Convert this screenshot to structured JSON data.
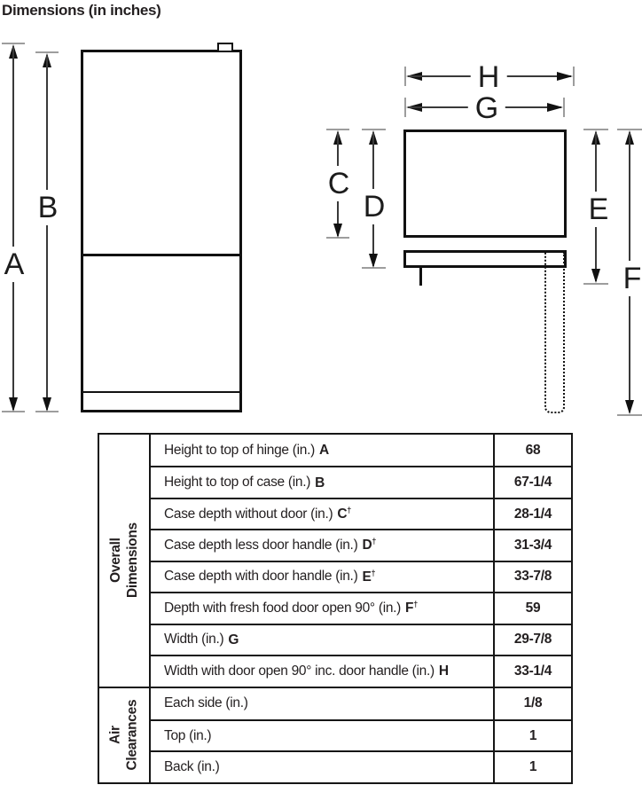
{
  "title": "Dimensions (in inches)",
  "diagram": {
    "labels": {
      "A": "A",
      "B": "B",
      "C": "C",
      "D": "D",
      "E": "E",
      "F": "F",
      "G": "G",
      "H": "H"
    }
  },
  "table": {
    "sections": [
      {
        "header_lines": [
          "Overall",
          "Dimensions"
        ],
        "rows": [
          {
            "label": "Height to top of hinge (in.)",
            "letter": "A",
            "value": "68"
          },
          {
            "label": "Height to top of case (in.)",
            "letter": "B",
            "value": "67-1/4"
          },
          {
            "label": "Case depth without door (in.)",
            "letter": "C",
            "dagger": "†",
            "value": "28-1/4"
          },
          {
            "label": "Case depth less door handle (in.)",
            "letter": "D",
            "dagger": "†",
            "value": "31-3/4"
          },
          {
            "label": "Case depth with door handle (in.)",
            "letter": "E",
            "dagger": "†",
            "value": "33-7/8"
          },
          {
            "label": "Depth with fresh food door open 90° (in.)",
            "letter": "F",
            "dagger": "†",
            "value": "59"
          },
          {
            "label": "Width (in.)",
            "letter": "G",
            "value": "29-7/8"
          },
          {
            "label": "Width with door open 90° inc. door handle (in.)",
            "letter": "H",
            "value": "33-1/4"
          }
        ]
      },
      {
        "header_lines": [
          "Air",
          "Clearances"
        ],
        "rows": [
          {
            "label": "Each side (in.)",
            "value": "1/8"
          },
          {
            "label": "Top (in.)",
            "value": "1"
          },
          {
            "label": "Back (in.)",
            "value": "1"
          }
        ]
      }
    ]
  },
  "colors": {
    "ink": "#231f20",
    "cap_gray": "#9d9d9d"
  }
}
